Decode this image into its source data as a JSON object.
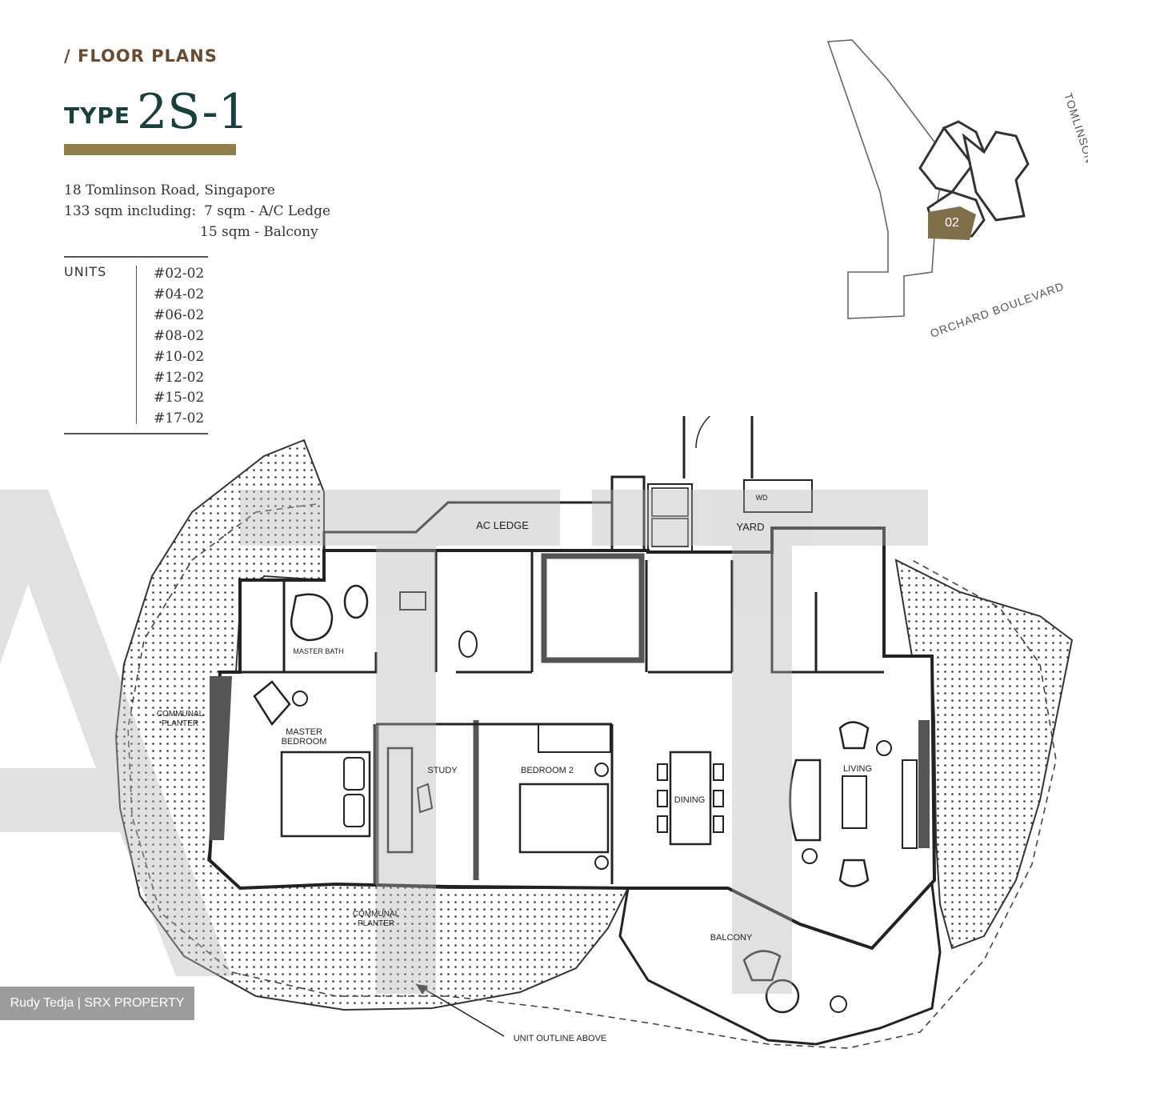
{
  "header": {
    "section_label": "/ FLOOR PLANS",
    "type_prefix": "TYPE",
    "type_code": "2S-1",
    "accent_color": "#8f7d4a",
    "brand_color": "#17403f"
  },
  "info": {
    "address": "18 Tomlinson Road, Singapore",
    "area_line": "133 sqm including:",
    "inclusions": [
      "7 sqm - A/C Ledge",
      "15 sqm - Balcony"
    ]
  },
  "units": {
    "label": "UNITS",
    "list": [
      "#02-02",
      "#04-02",
      "#06-02",
      "#08-02",
      "#10-02",
      "#12-02",
      "#15-02",
      "#17-02"
    ]
  },
  "key_plan": {
    "roads": [
      "TOMLINSON ROAD",
      "ORCHARD BOULEVARD"
    ],
    "unit_tag": "02",
    "unit_color": "#80704a"
  },
  "rooms": {
    "ac_ledge": "AC LEDGE",
    "yard": "YARD",
    "wd": "WD",
    "master_bath": "MASTER BATH",
    "master_bedroom": [
      "MASTER",
      "BEDROOM"
    ],
    "study": "STUDY",
    "bedroom_2": "BEDROOM 2",
    "dining": "DINING",
    "living": "LIVING",
    "balcony": "BALCONY",
    "communal_planter_1": [
      "COMMUNAL",
      "PLANTER"
    ],
    "communal_planter_2": [
      "COMMUNAL",
      "PLANTER"
    ],
    "unit_outline": "UNIT OUTLINE ABOVE"
  },
  "watermark_color": "#b4b4b4",
  "credit": "Rudy Tedja | SRX PROPERTY"
}
